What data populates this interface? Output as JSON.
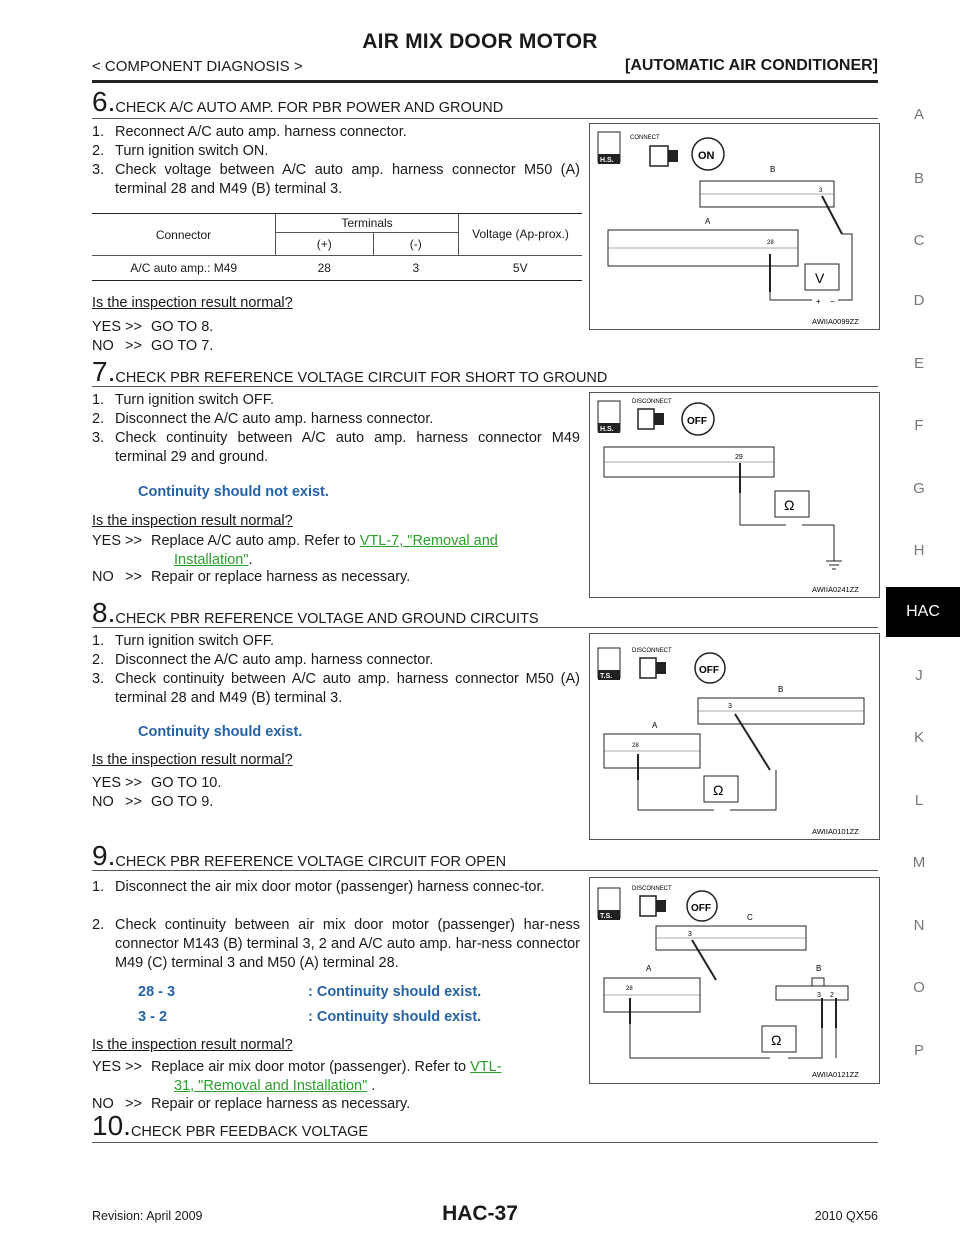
{
  "header": {
    "title": "AIR MIX DOOR MOTOR",
    "breadcrumb": "< COMPONENT DIAGNOSIS >",
    "section": "[AUTOMATIC AIR CONDITIONER]"
  },
  "side_tabs": [
    "A",
    "B",
    "C",
    "D",
    "E",
    "F",
    "G",
    "H",
    "HAC",
    "J",
    "K",
    "L",
    "M",
    "N",
    "O",
    "P"
  ],
  "active_tab": "HAC",
  "steps": {
    "s6": {
      "num": "6.",
      "title": "CHECK A/C AUTO AMP. FOR PBR POWER AND GROUND",
      "items": [
        {
          "n": "1.",
          "t": "Reconnect A/C auto amp. harness connector."
        },
        {
          "n": "2.",
          "t": "Turn ignition switch ON."
        },
        {
          "n": "3.",
          "t": "Check voltage between A/C auto amp. harness connector M50 (A) terminal 28 and M49 (B) terminal 3."
        }
      ],
      "table": {
        "h_connector": "Connector",
        "h_terminals": "Terminals",
        "h_plus": "(+)",
        "h_minus": "(-)",
        "h_voltage": "Voltage (Ap-prox.)",
        "row": {
          "connector": "A/C auto amp.: M49",
          "plus": "28",
          "minus": "3",
          "voltage": "5V"
        }
      },
      "question": "Is the inspection result normal?",
      "yes": "YES",
      "yes_arrow": ">>",
      "yes_text": "GO TO 8.",
      "no": "NO",
      "no_arrow": ">>",
      "no_text": "GO TO 7.",
      "figure_id": "AWIIA0099ZZ"
    },
    "s7": {
      "num": "7.",
      "title": "CHECK PBR REFERENCE VOLTAGE CIRCUIT FOR SHORT TO GROUND",
      "items": [
        {
          "n": "1.",
          "t": "Turn ignition switch OFF."
        },
        {
          "n": "2.",
          "t": "Disconnect the A/C auto amp. harness connector."
        },
        {
          "n": "3.",
          "t": "Check continuity between A/C auto amp. harness connector M49 terminal 29 and ground."
        }
      ],
      "spec": "Continuity should not exist.",
      "question": "Is the inspection result normal?",
      "yes": "YES",
      "yes_arrow": ">>",
      "yes_text": "Replace A/C auto amp. Refer to ",
      "yes_link1": "VTL-7, \"Removal and",
      "yes_link2": "Installation\"",
      "yes_tail": ".",
      "no": "NO",
      "no_arrow": ">>",
      "no_text": "Repair or replace harness as necessary.",
      "figure_id": "AWIIA0241ZZ"
    },
    "s8": {
      "num": "8.",
      "title": "CHECK PBR REFERENCE VOLTAGE AND GROUND CIRCUITS",
      "items": [
        {
          "n": "1.",
          "t": "Turn ignition switch OFF."
        },
        {
          "n": "2.",
          "t": "Disconnect the A/C auto amp. harness connector."
        },
        {
          "n": "3.",
          "t": "Check continuity between A/C auto amp. harness connector M50 (A) terminal 28 and M49 (B) terminal 3."
        }
      ],
      "spec": "Continuity should exist.",
      "question": "Is the inspection result normal?",
      "yes": "YES",
      "yes_arrow": ">>",
      "yes_text": "GO TO 10.",
      "no": "NO",
      "no_arrow": ">>",
      "no_text": "GO TO 9.",
      "figure_id": "AWIIA0101ZZ"
    },
    "s9": {
      "num": "9.",
      "title": "CHECK PBR REFERENCE VOLTAGE CIRCUIT FOR OPEN",
      "items": [
        {
          "n": "1.",
          "t": "Disconnect the air mix door motor (passenger) harness connec-tor."
        },
        {
          "n": "2.",
          "t": "Check continuity between air mix door motor (passenger) har-ness connector M143 (B) terminal 3, 2 and A/C auto amp. har-ness connector M49 (C) terminal 3 and M50 (A) terminal 28."
        }
      ],
      "spec_rows": [
        {
          "k": "28 - 3",
          "v": ": Continuity should exist."
        },
        {
          "k": "3 - 2",
          "v": ": Continuity should exist."
        }
      ],
      "question": "Is the inspection result normal?",
      "yes": "YES",
      "yes_arrow": ">>",
      "yes_text": "Replace air mix door motor (passenger). Refer to ",
      "yes_link1": "VTL-",
      "yes_link2": "31, \"Removal and Installation\"",
      "yes_tail": " .",
      "no": "NO",
      "no_arrow": ">>",
      "no_text": "Repair or replace harness as necessary.",
      "figure_id": "AWIIA0121ZZ"
    },
    "s10": {
      "num": "10.",
      "title": "CHECK PBR FEEDBACK VOLTAGE"
    }
  },
  "figures": {
    "connect": "CONNECT",
    "disconnect": "DISCONNECT",
    "hs": "H.S.",
    "ts": "T.S.",
    "on": "ON",
    "off": "OFF",
    "a": "A",
    "b": "B",
    "c": "C",
    "t3": "3",
    "t2": "2",
    "t28": "28",
    "t29": "29",
    "v": "V",
    "ohm": "Ω",
    "plus": "+",
    "minus": "−"
  },
  "footer": {
    "revision": "Revision: April 2009",
    "page": "HAC-37",
    "model": "2010 QX56"
  }
}
